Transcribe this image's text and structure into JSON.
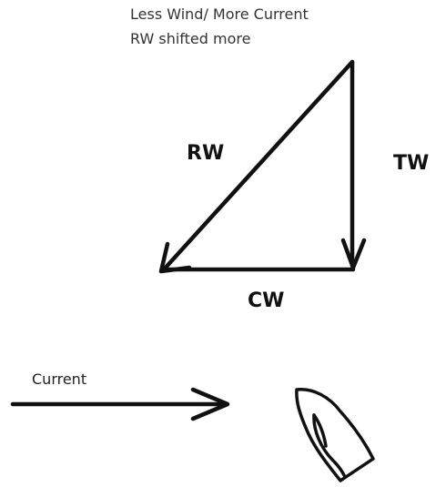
{
  "caption": {
    "line1": "Less Wind/ More Current",
    "line2": "RW shifted more"
  },
  "vectors": {
    "rw": "RW",
    "tw": "TW",
    "cw": "CW"
  },
  "current_label": "Current",
  "colors": {
    "ink": "#111111",
    "background": "#ffffff"
  },
  "icons": {
    "boat": "sailboat-top-view-icon"
  }
}
